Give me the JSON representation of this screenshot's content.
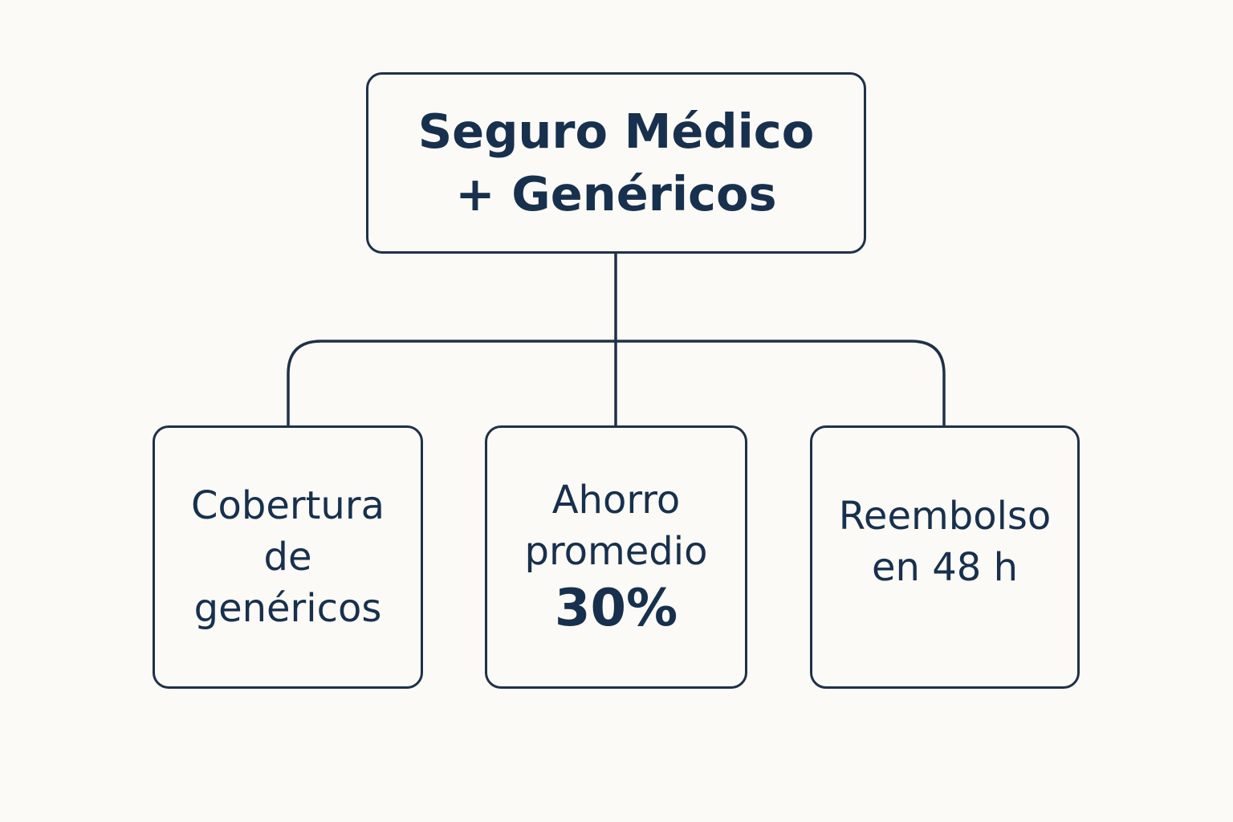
{
  "root": {
    "line1": "Seguro Médico",
    "line2": "+ Genéricos"
  },
  "children": [
    {
      "lines": [
        "Cobertura",
        "de",
        "genéricos"
      ]
    },
    {
      "lines": [
        "Ahorro",
        "promedio"
      ],
      "highlight": "30%"
    },
    {
      "lines": [
        "Reembolso",
        "en 48 h"
      ]
    }
  ],
  "colors": {
    "stroke": "#1f3149",
    "text": "#17304d",
    "background": "#fbfaf6"
  }
}
